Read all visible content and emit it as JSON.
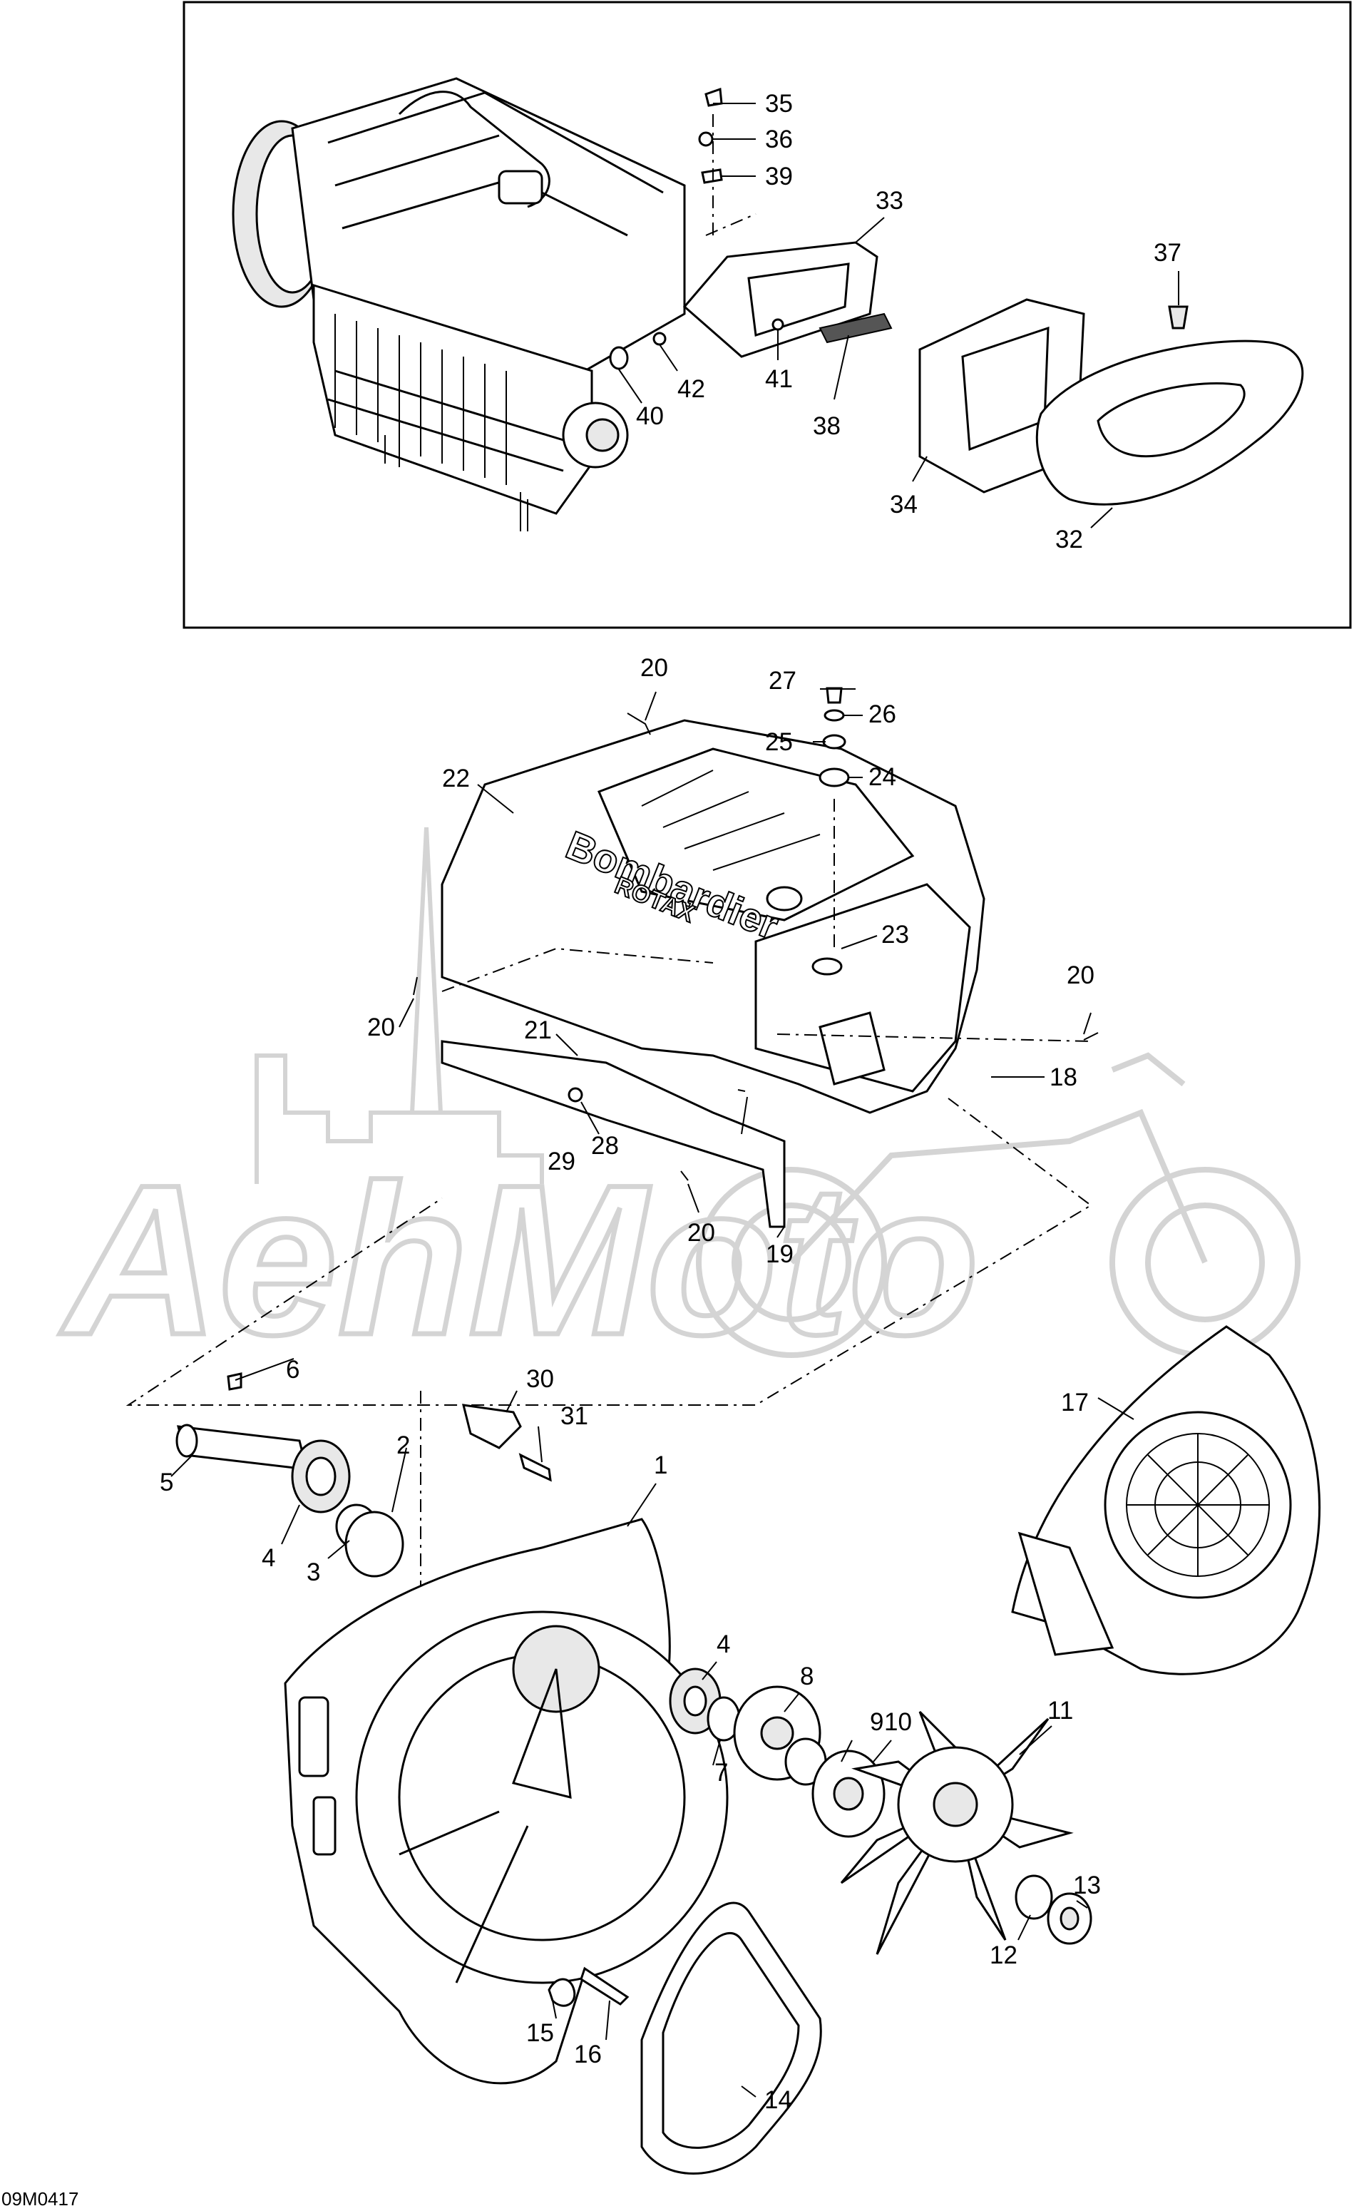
{
  "watermark": {
    "text": "AehMoto"
  },
  "diagram_code": "09M0417",
  "cover_text": {
    "brand": "Bombardier",
    "sub": "ROTAX"
  },
  "parts": {
    "p1": "1",
    "p2": "2",
    "p3": "3",
    "p4a": "4",
    "p4b": "4",
    "p5": "5",
    "p6": "6",
    "p7": "7",
    "p8": "8",
    "p9": "9",
    "p10": "10",
    "p11": "11",
    "p12": "12",
    "p13": "13",
    "p14": "14",
    "p15": "15",
    "p16": "16",
    "p17": "17",
    "p18": "18",
    "p19": "19",
    "p20a": "20",
    "p20b": "20",
    "p20c": "20",
    "p20d": "20",
    "p21": "21",
    "p22": "22",
    "p23": "23",
    "p24": "24",
    "p25": "25",
    "p26": "26",
    "p27": "27",
    "p28": "28",
    "p29": "29",
    "p30": "30",
    "p31": "31",
    "p32": "32",
    "p33": "33",
    "p34": "34",
    "p35": "35",
    "p36": "36",
    "p37": "37",
    "p38": "38",
    "p39": "39",
    "p40": "40",
    "p41": "41",
    "p42": "42"
  }
}
